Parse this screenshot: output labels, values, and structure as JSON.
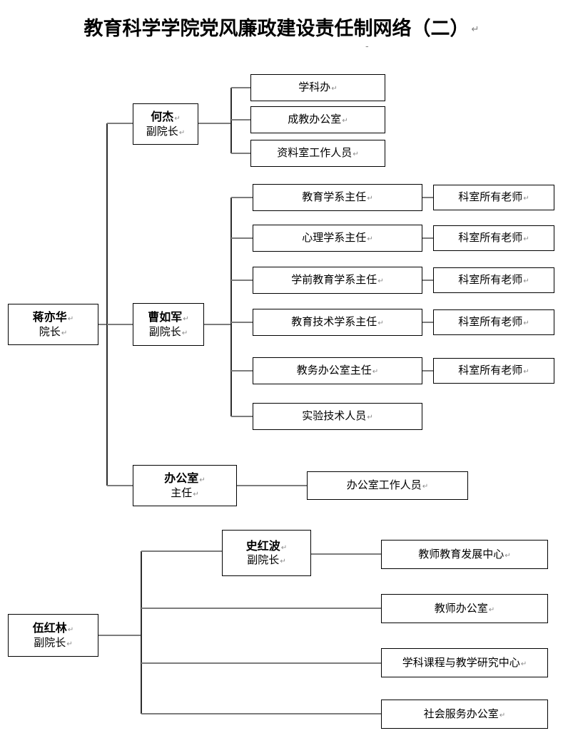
{
  "page": {
    "title": "教育科学学院党风廉政建设责任制网络（二）",
    "pilcrow": "↵",
    "stray_mark": "-"
  },
  "colors": {
    "line": "#7c7c7c",
    "line_dark": "#2d2d2d",
    "border": "#000000",
    "background": "#ffffff",
    "text": "#000000",
    "pilcrow": "#8a8a8a"
  },
  "chart_data": {
    "type": "diagram",
    "title": "教育科学学院党风廉政建设责任制网络（二）",
    "orientation": "left-to-right",
    "trees": [
      {
        "root": "蒋亦华",
        "root_title": "院长",
        "children": [
          "何杰",
          "曹如军",
          "办公室"
        ]
      },
      {
        "root": "伍红林",
        "root_title": "副院长",
        "children": [
          "史红波",
          "教师办公室",
          "学科课程与教学研究中心",
          "社会服务办公室"
        ]
      }
    ]
  },
  "top_section": {
    "root": {
      "name": "蒋亦华",
      "title": "院长"
    },
    "branches": [
      {
        "id": "he-jie",
        "name": "何杰",
        "title": "副院长",
        "children": [
          {
            "label": "学科办",
            "sub": null
          },
          {
            "label": "成教办公室",
            "sub": null
          },
          {
            "label": "资料室工作人员",
            "sub": null
          }
        ]
      },
      {
        "id": "cao-rujun",
        "name": "曹如军",
        "title": "副院长",
        "children": [
          {
            "label": "教育学系主任",
            "sub": "科室所有老师"
          },
          {
            "label": "心理学系主任",
            "sub": "科室所有老师"
          },
          {
            "label": "学前教育学系主任",
            "sub": "科室所有老师"
          },
          {
            "label": "教育技术学系主任",
            "sub": "科室所有老师"
          },
          {
            "label": "教务办公室主任",
            "sub": "科室所有老师"
          },
          {
            "label": "实验技术人员",
            "sub": null
          }
        ]
      },
      {
        "id": "office",
        "name": "办公室",
        "title": "主任",
        "children": [
          {
            "label": "办公室工作人员",
            "sub": null
          }
        ]
      }
    ]
  },
  "bottom_section": {
    "root": {
      "name": "伍红林",
      "title": "副院长"
    },
    "branches": [
      {
        "id": "shi-hongbo",
        "name": "史红波",
        "title": "副院长",
        "children": [
          {
            "label": "教师教育发展中心"
          }
        ]
      }
    ],
    "direct_children": [
      {
        "label": "教师办公室"
      },
      {
        "label": "学科课程与教学研究中心"
      },
      {
        "label": "社会服务办公室"
      }
    ]
  }
}
